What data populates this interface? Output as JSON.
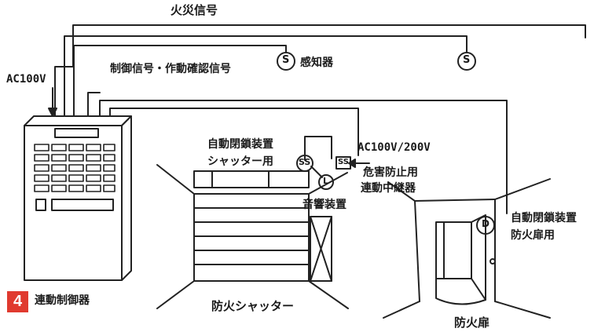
{
  "labels": {
    "fire_signal": "火災信号",
    "control_signal": "制御信号・作動確認信号",
    "detector": "感知器",
    "ac100v": "AC100V",
    "auto_close_shutter_line1": "自動閉鎖装置",
    "auto_close_shutter_line2": "シャッター用",
    "ac100v_200v": "AC100V/200V",
    "relay_line1": "危害防止用",
    "relay_line2": "連動中継器",
    "sound_device": "音響装置",
    "auto_close_door_line1": "自動閉鎖装置",
    "auto_close_door_line2": "防火扉用",
    "fire_shutter": "防火シャッター",
    "fire_door": "防火扉",
    "controller": "連動制御器"
  },
  "badge": {
    "number": "4",
    "color": "#e03a2f"
  },
  "symbols": {
    "detector": "S",
    "shutter_device": "SS",
    "relay": "SS",
    "sound": "L",
    "door_device": "D"
  }
}
